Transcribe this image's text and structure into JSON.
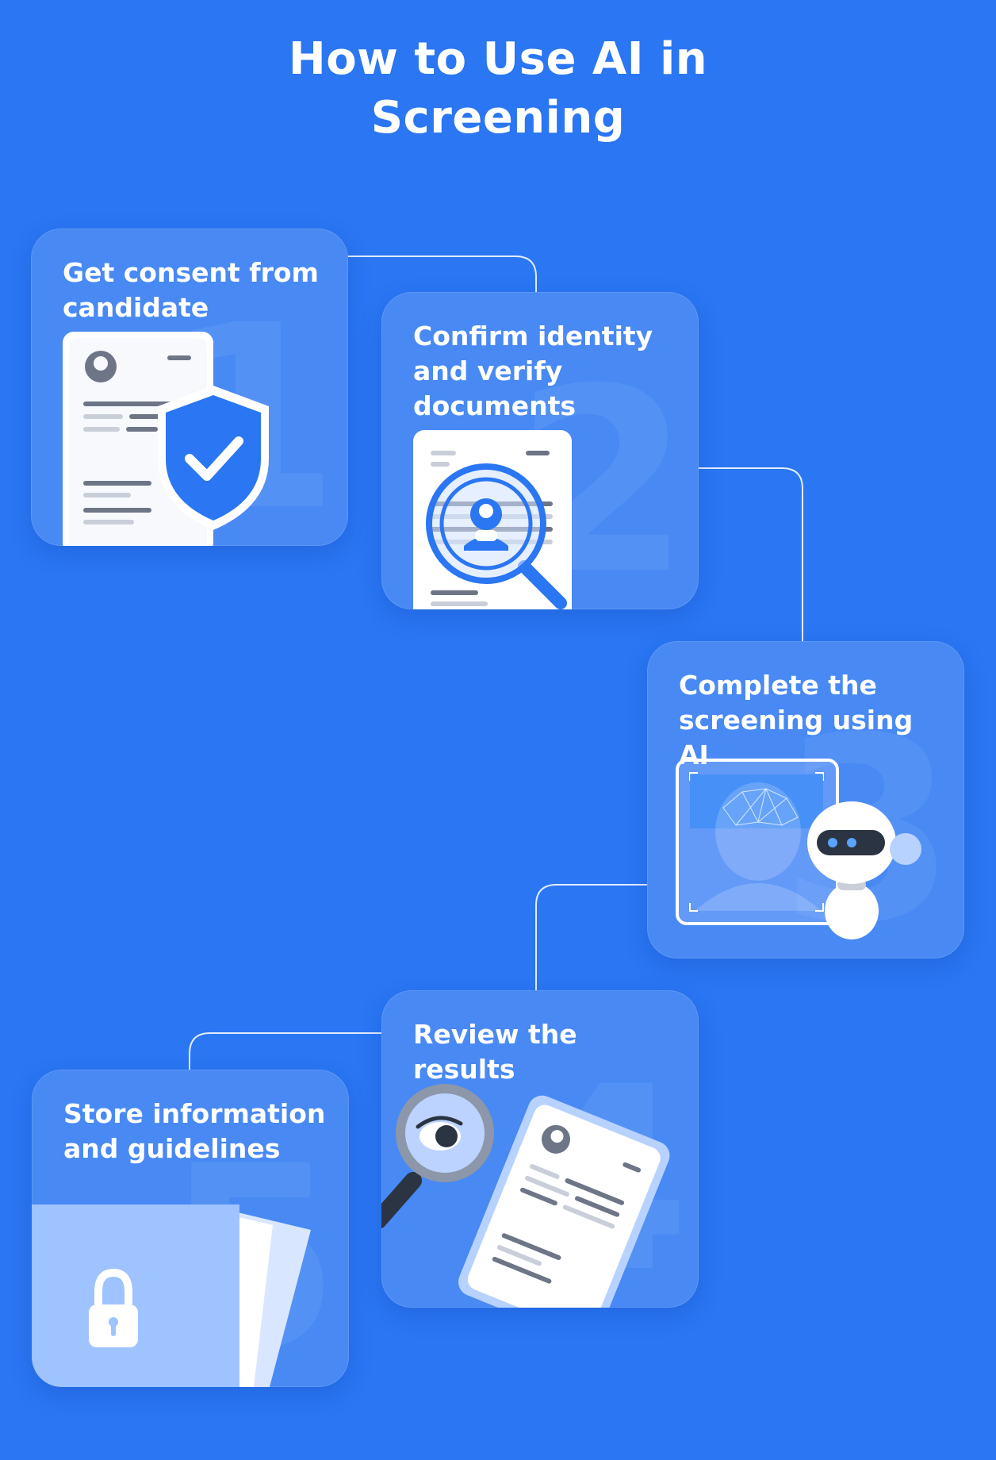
{
  "title": {
    "line1": "How to Use AI in",
    "line2": "Screening"
  },
  "steps": [
    {
      "number": "1",
      "label": "Get consent from candidate",
      "icon": "shield-check-icon"
    },
    {
      "number": "2",
      "label": "Confirm identity and verify documents",
      "icon": "magnifier-document-icon"
    },
    {
      "number": "3",
      "label": "Complete the screening using AI",
      "icon": "robot-face-scan-icon"
    },
    {
      "number": "4",
      "label": "Review the results",
      "icon": "eye-magnifier-icon"
    },
    {
      "number": "5",
      "label": "Store information and guidelines",
      "icon": "locked-folder-icon"
    }
  ],
  "colors": {
    "background": "#2a76f3",
    "accent": "#2a76f3",
    "doc": "#ffffff",
    "line": "#dfe9ff"
  }
}
